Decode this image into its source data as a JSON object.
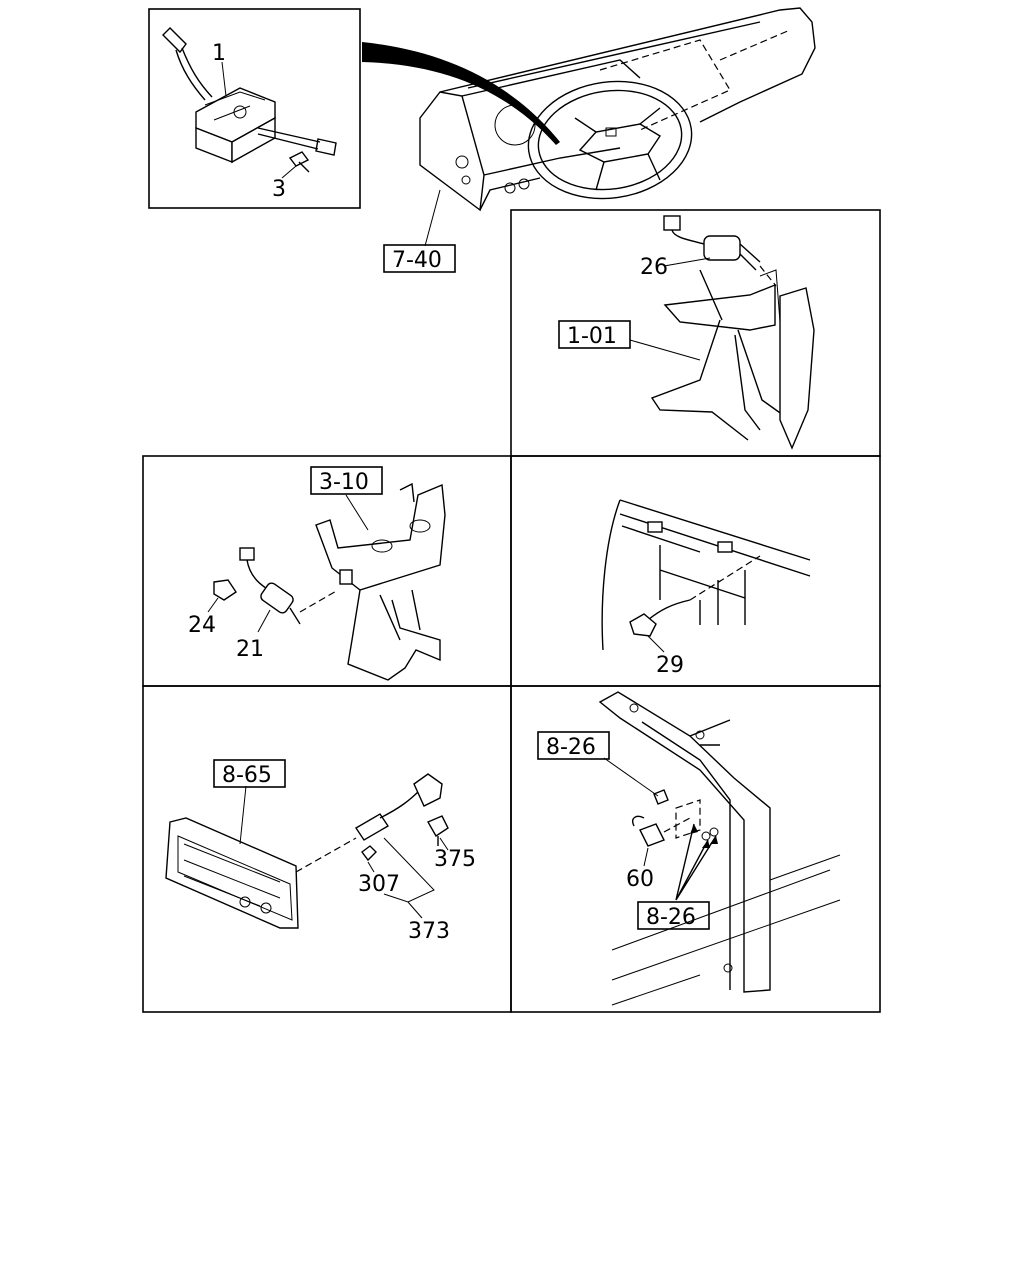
{
  "callouts": {
    "top_inset": {
      "part_1": "1",
      "part_3": "3"
    },
    "steering": {
      "ref_7_40": "7-40"
    },
    "pedal_switch": {
      "part_26": "26",
      "ref_1_01": "1-01"
    },
    "brake_pedal": {
      "ref_3_10": "3-10",
      "part_24": "24",
      "part_21": "21"
    },
    "frame_sensor": {
      "part_29": "29"
    },
    "heater_panel": {
      "ref_8_65": "8-65",
      "part_375": "375",
      "part_307": "307",
      "part_373": "373"
    },
    "door_switch": {
      "ref_8_26_top": "8-26",
      "part_60": "60",
      "ref_8_26_bottom": "8-26"
    }
  },
  "colors": {
    "line": "#000000",
    "background": "#ffffff"
  }
}
